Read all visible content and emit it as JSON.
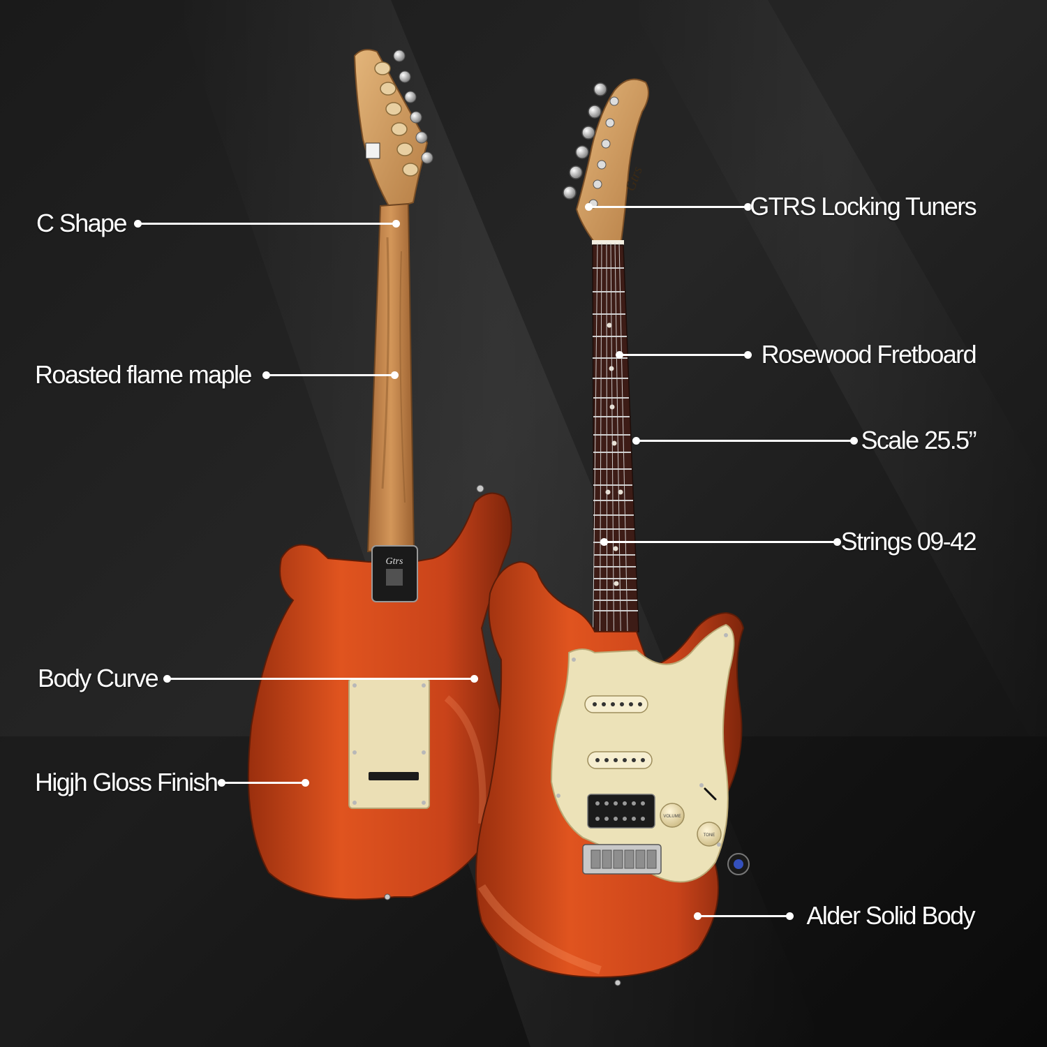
{
  "colors": {
    "background": "#141414",
    "body": "#d94a1d",
    "body_shadow": "#8a2a0d",
    "neck_wood": "#c9874f",
    "headstock_wood": "#d7a568",
    "fretboard": "#3d1c16",
    "pickguard": "#ece2b8",
    "hardware": "#c8c8c8",
    "label_text": "#ffffff"
  },
  "callouts_left": [
    {
      "label": "C  Shape"
    },
    {
      "label": "Roasted flame maple"
    },
    {
      "label": "Body Curve"
    },
    {
      "label": "Higjh Gloss Finish"
    }
  ],
  "callouts_right": [
    {
      "label": "GTRS Locking Tuners"
    },
    {
      "label": "Rosewood Fretboard"
    },
    {
      "label": "Scale 25.5”"
    },
    {
      "label": "Strings 09-42"
    },
    {
      "label": "Alder Solid Body"
    }
  ],
  "logo": {
    "text": "Gtrs"
  },
  "controls": {
    "volume_label": "VOLUME",
    "tone_label": "TONE"
  }
}
